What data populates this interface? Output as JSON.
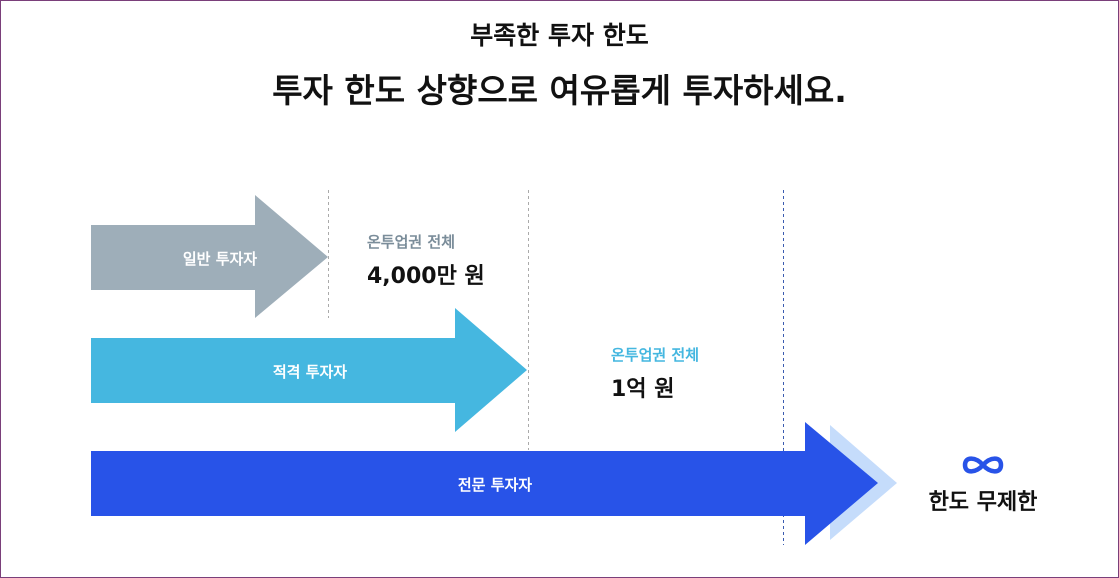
{
  "header": {
    "subtitle": "부족한 투자 한도",
    "title": "투자 한도 상향으로 여유롭게 투자하세요."
  },
  "tiers": [
    {
      "name": "일반 투자자",
      "limit_label": "온투업권 전체",
      "limit_value": "4,000만 원",
      "color": "#9eaeb9",
      "label_color": "#7b8d9a"
    },
    {
      "name": "적격 투자자",
      "limit_label": "온투업권 전체",
      "limit_value": "1억 원",
      "color": "#45b7e0",
      "label_color": "#45b7e0"
    },
    {
      "name": "전문 투자자",
      "limit_value": "한도 무제한",
      "color": "#2853e8",
      "icon": "infinity-icon"
    }
  ]
}
